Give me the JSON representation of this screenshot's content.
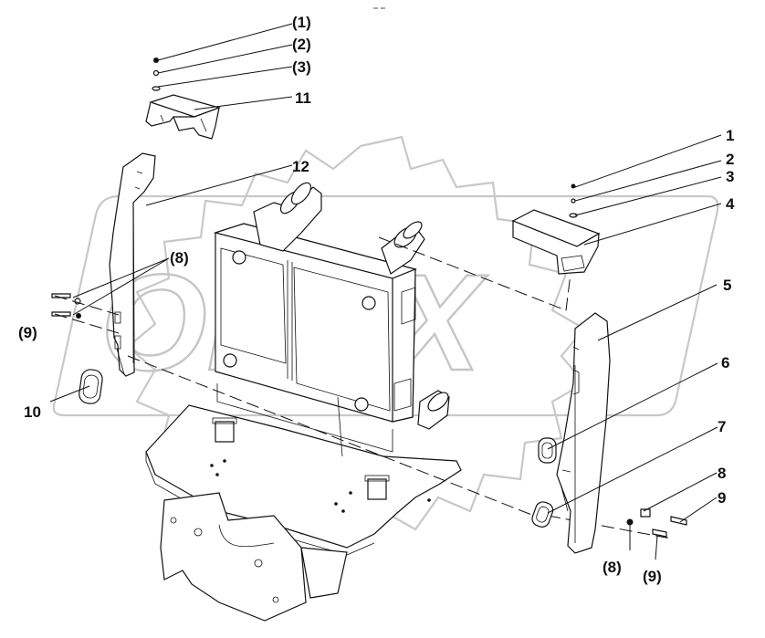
{
  "diagram": {
    "watermark": "OPEX",
    "callouts": {
      "c1a": "(1)",
      "c2a": "(2)",
      "c3a": "(3)",
      "c11": "11",
      "c12": "12",
      "c1": "1",
      "c2": "2",
      "c3": "3",
      "c4": "4",
      "c5": "5",
      "c8a": "(8)",
      "c9a": "(9)",
      "c10": "10",
      "c6": "6",
      "c7": "7",
      "c8": "8",
      "c9": "9",
      "c8b": "(8)",
      "c9b": "(9)"
    }
  }
}
